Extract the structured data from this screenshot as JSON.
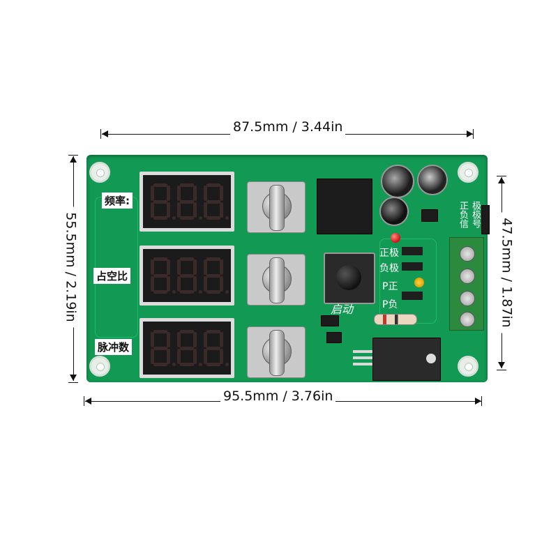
{
  "dimensions": {
    "top": "87.5mm / 3.44in",
    "bottom": "95.5mm / 3.76in",
    "left": "55.5mm / 2.19in",
    "right": "47.5mm / 1.87in"
  },
  "board": {
    "display_labels": [
      "频率:",
      "占空比",
      "脉冲数"
    ],
    "display_digits": [
      "8.8.8.",
      "8.8.8.",
      "8.8.8."
    ],
    "terminal_labels": [
      "正极",
      "负极",
      "P正",
      "P负"
    ],
    "start_label": "启动",
    "signal_labels": [
      "正负信",
      "极极号"
    ]
  },
  "colors": {
    "pcb": "#129a54",
    "display_bg": "#1b1b1b",
    "terminal": "#2c8a3e"
  }
}
